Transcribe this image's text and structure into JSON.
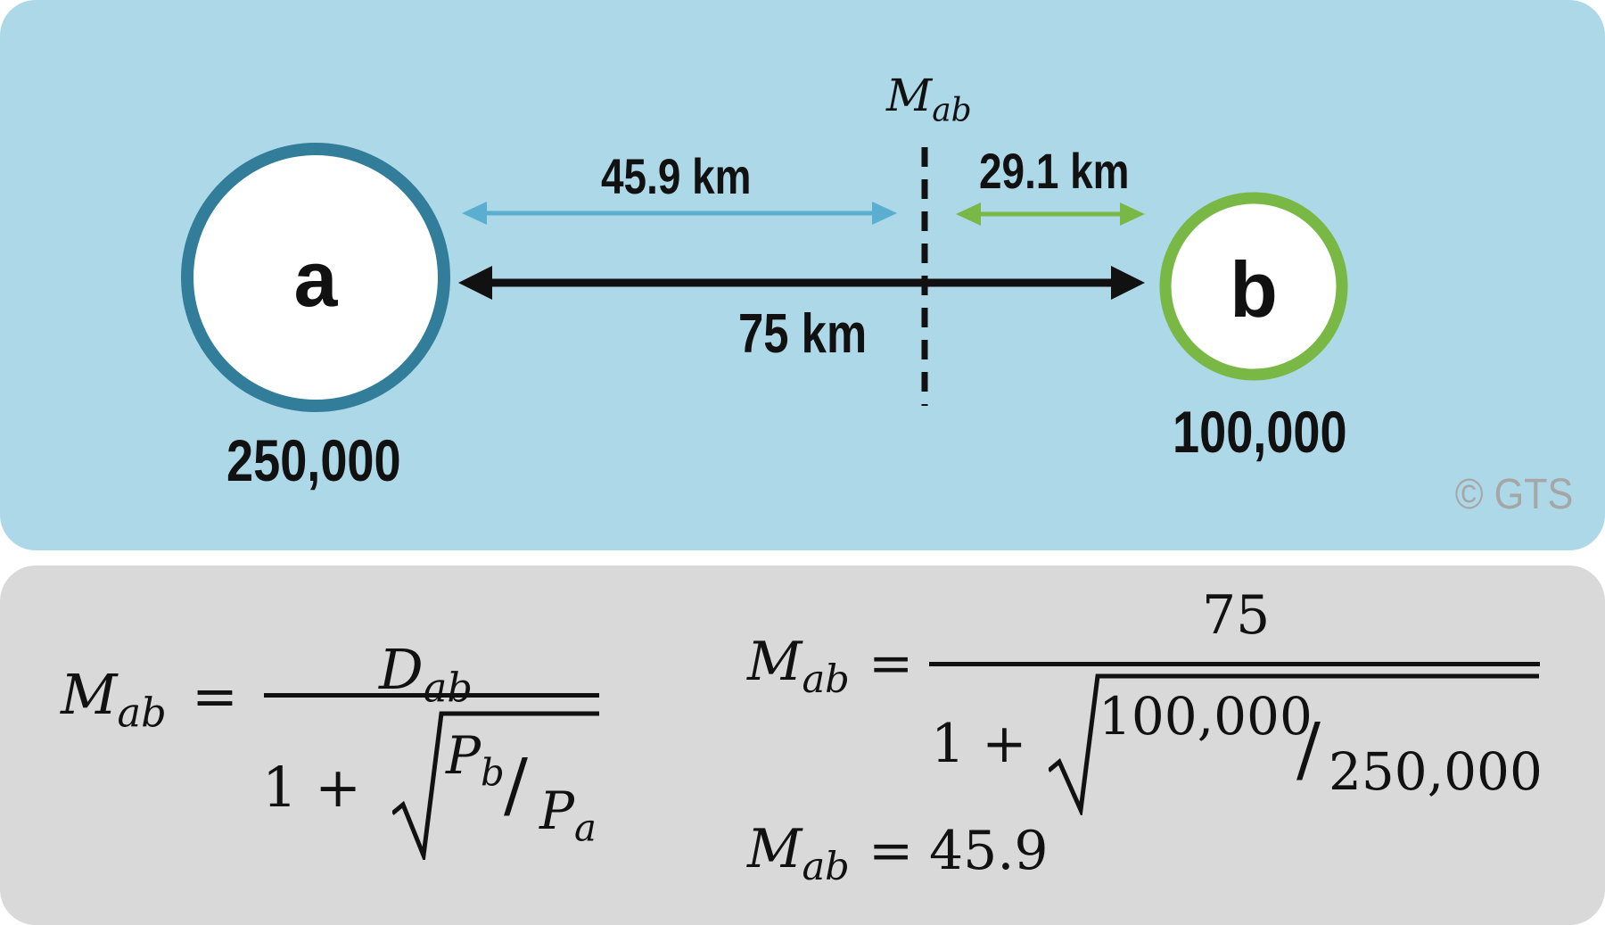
{
  "top_panel": {
    "node_a": {
      "letter": "a",
      "population": "250,000",
      "color": "#317d9a"
    },
    "node_b": {
      "letter": "b",
      "population": "100,000",
      "color": "#7ab845"
    },
    "total_distance": "75 km",
    "distance_a_to_breakpoint": "45.9 km",
    "distance_breakpoint_to_b": "29.1 km",
    "breakpoint_label": {
      "main": "M",
      "sub": "ab"
    },
    "copyright": "© GTS",
    "colors": {
      "short_arrow_a": "#5aaecf",
      "short_arrow_b": "#7ab845",
      "main_arrow": "#111111",
      "background": "#acd8e8"
    }
  },
  "formula_general": {
    "lhs": {
      "main": "M",
      "sub": "ab"
    },
    "equals": "=",
    "numerator": {
      "main": "D",
      "sub": "ab"
    },
    "denominator_prefix": "1 +",
    "radicand_num": {
      "main": "P",
      "sub": "b"
    },
    "slash": "/",
    "radicand_den": {
      "main": "P",
      "sub": "a"
    }
  },
  "formula_numeric": {
    "lhs": {
      "main": "M",
      "sub": "ab"
    },
    "equals": "=",
    "numerator": "75",
    "denominator_prefix": "1 +",
    "radicand_num": "100,000",
    "slash": "/",
    "radicand_den": "250,000"
  },
  "formula_result": {
    "lhs": {
      "main": "M",
      "sub": "ab"
    },
    "equals": "=",
    "value": "45.9"
  }
}
